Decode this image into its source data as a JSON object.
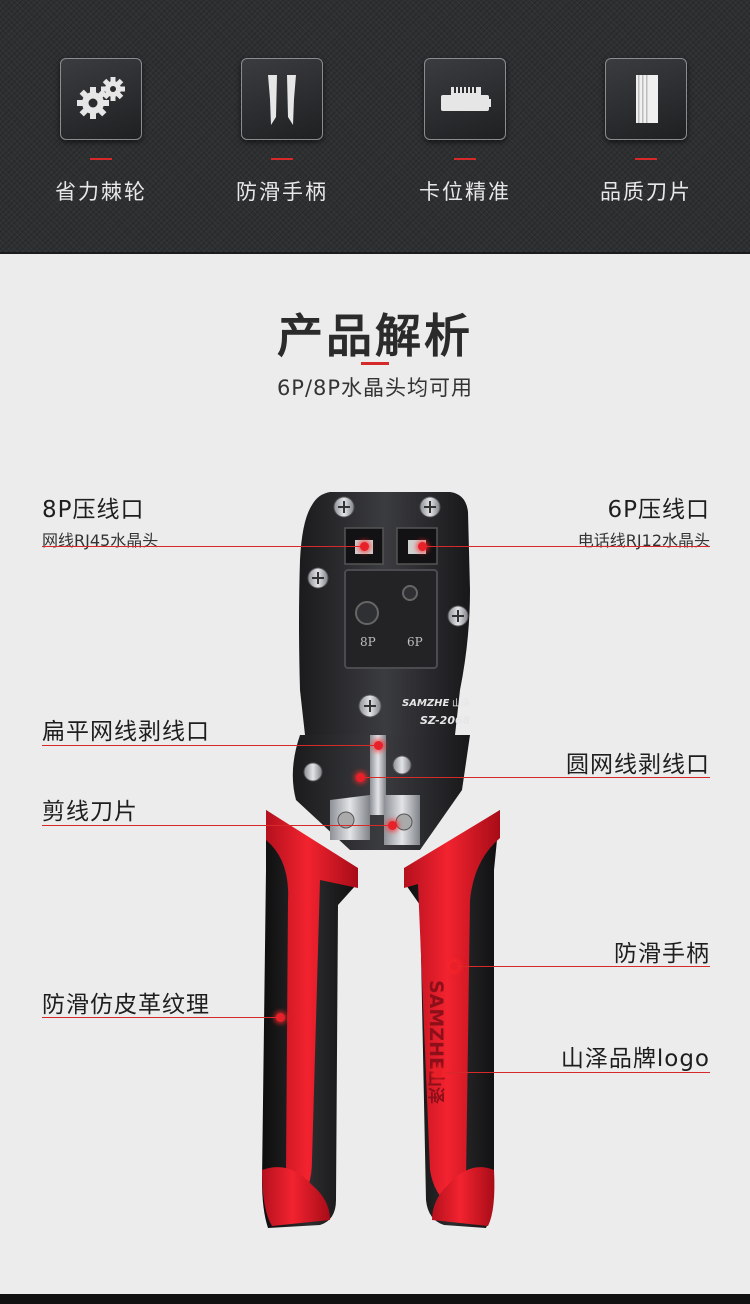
{
  "features": [
    {
      "label": "省力棘轮",
      "icon": "gears-icon"
    },
    {
      "label": "防滑手柄",
      "icon": "handles-icon"
    },
    {
      "label": "卡位精准",
      "icon": "connector-icon"
    },
    {
      "label": "品质刀片",
      "icon": "blade-icon"
    }
  ],
  "section": {
    "title": "产品解析",
    "subtitle": "6P/8P水晶头均可用"
  },
  "callouts": {
    "port8p": {
      "title": "8P压线口",
      "sub": "网线RJ45水晶头"
    },
    "port6p": {
      "title": "6P压线口",
      "sub": "电话线RJ12水晶头"
    },
    "flat_strip": {
      "title": "扁平网线剥线口"
    },
    "round_strip": {
      "title": "圆网线剥线口"
    },
    "cutter": {
      "title": "剪线刀片"
    },
    "grip": {
      "title": "防滑手柄"
    },
    "leather": {
      "title": "防滑仿皮革纹理"
    },
    "logo": {
      "title": "山泽品牌logo"
    }
  },
  "tool": {
    "brand": "SAMZHE",
    "brand_cn": "山泽",
    "model": "SZ-2068",
    "die_8p": "8P",
    "die_6p": "6P",
    "handle_brand": "SAMZHE",
    "handle_brand_cn": "山泽"
  },
  "colors": {
    "accent": "#d62a2a",
    "band": "#2d2f31",
    "handle_red": "#e0182a"
  }
}
